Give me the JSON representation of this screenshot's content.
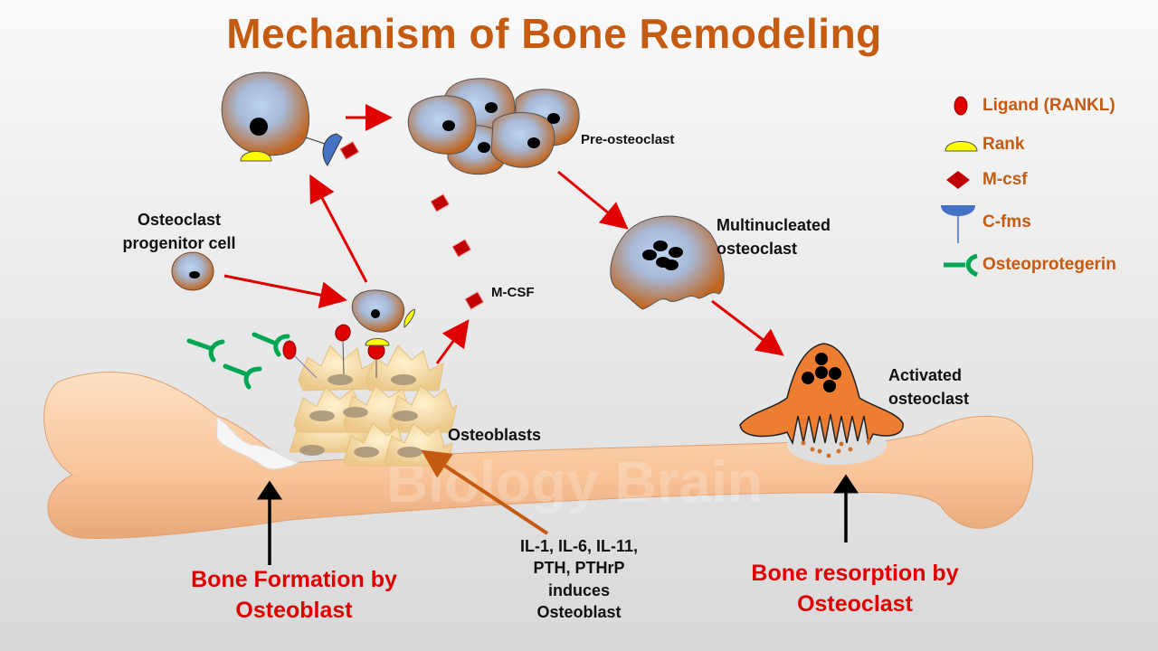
{
  "title": "Mechanism of Bone Remodeling",
  "labels": {
    "pre_osteoclast": "Pre-osteoclast",
    "multinucleated_line1": "Multinucleated",
    "multinucleated_line2": "osteoclast",
    "progenitor_line1": "Osteoclast",
    "progenitor_line2": "progenitor cell",
    "m_csf": "M-CSF",
    "osteoblasts": "Osteoblasts",
    "activated_line1": "Activated",
    "activated_line2": "osteoclast",
    "inducers_line1": "IL-1, IL-6, IL-11,",
    "inducers_line2": "PTH, PTHrP",
    "inducers_line3": "induces",
    "inducers_line4": "Osteoblast",
    "bone_formation_line1": "Bone Formation by",
    "bone_formation_line2": "Osteoblast",
    "bone_resorption_line1": "Bone resorption by",
    "bone_resorption_line2": "Osteoclast",
    "watermark": "Biology Brain"
  },
  "legend": [
    {
      "icon": "ligand-rankl-icon",
      "label": "Ligand (RANKL)",
      "color": "#e00000"
    },
    {
      "icon": "rank-icon",
      "label": "Rank",
      "color": "#ffff00"
    },
    {
      "icon": "m-csf-icon",
      "label": "M-csf",
      "color": "#c00000"
    },
    {
      "icon": "c-fms-icon",
      "label": "C-fms",
      "color": "#4472c4"
    },
    {
      "icon": "osteoprotegerin-icon",
      "label": "Osteoprotegerin",
      "color": "#00a651"
    }
  ],
  "colors": {
    "title": "#c55a11",
    "legend_text": "#c55a11",
    "arrow": "#e00000",
    "emphasis_text": "#e00000",
    "bone": "#fbc9a0",
    "activated_osteoclast": "#ed7d31"
  }
}
